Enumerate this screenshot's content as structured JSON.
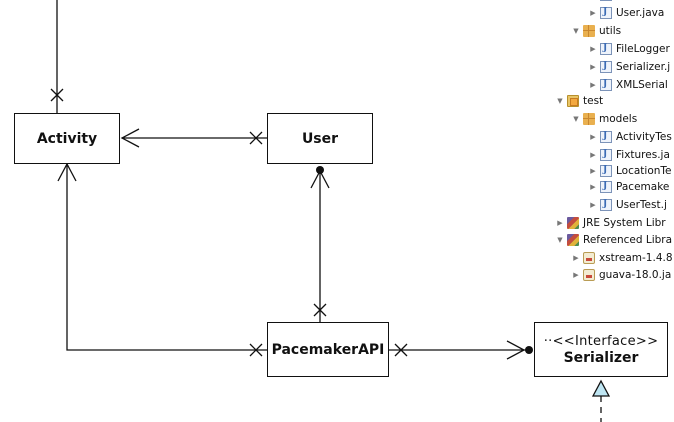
{
  "diagram": {
    "classes": {
      "activity": "Activity",
      "user": "User",
      "pacemaker_api": "PacemakerAPI",
      "serializer_stereotype": "··<<Interface>>",
      "serializer_name": "Serializer"
    }
  },
  "explorer": {
    "items": [
      {
        "label": "",
        "icon": "java-file-icon",
        "toggle": "▶"
      },
      {
        "label": "User.java",
        "icon": "java-file-icon",
        "toggle": "▶"
      },
      {
        "label": "utils",
        "icon": "package-icon",
        "toggle": "▼"
      },
      {
        "label": "FileLogger",
        "icon": "java-file-icon",
        "toggle": "▶"
      },
      {
        "label": "Serializer.j",
        "icon": "java-file-icon",
        "toggle": "▶"
      },
      {
        "label": "XMLSerial",
        "icon": "java-file-icon",
        "toggle": "▶"
      },
      {
        "label": "test",
        "icon": "source-folder-icon",
        "toggle": "▼"
      },
      {
        "label": "models",
        "icon": "package-icon",
        "toggle": "▼"
      },
      {
        "label": "ActivityTes",
        "icon": "java-file-icon",
        "toggle": "▶"
      },
      {
        "label": "Fixtures.ja",
        "icon": "java-file-icon",
        "toggle": "▶"
      },
      {
        "label": "LocationTe",
        "icon": "java-file-icon",
        "toggle": "▶"
      },
      {
        "label": "Pacemake",
        "icon": "java-file-icon",
        "toggle": "▶"
      },
      {
        "label": "UserTest.j",
        "icon": "java-file-icon",
        "toggle": "▶"
      },
      {
        "label": "JRE System Libr",
        "icon": "library-icon",
        "toggle": "▶"
      },
      {
        "label": "Referenced Libra",
        "icon": "library-icon",
        "toggle": "▼"
      },
      {
        "label": "xstream-1.4.8",
        "icon": "jar-icon",
        "toggle": "▶"
      },
      {
        "label": "guava-18.0.ja",
        "icon": "jar-icon",
        "toggle": "▶"
      }
    ]
  }
}
